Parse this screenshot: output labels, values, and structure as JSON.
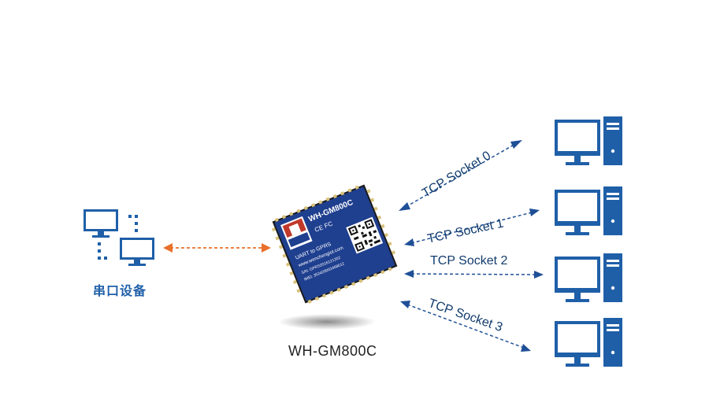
{
  "serial_device": {
    "label": "串口设备",
    "icon": "two-desktop-computers-icon",
    "accent": "#1f5fa8"
  },
  "module": {
    "name": "WH-GM800C",
    "chip_brand": "WH-GM800C",
    "chip_lines": [
      "UART to GPRS",
      "www.wenchengiot.com",
      "S/N: GPRS2016121202",
      "IMEI: 352420002468012"
    ],
    "cert_marks": "CE FC",
    "board_color": "#1f3f8f"
  },
  "sockets": [
    {
      "label": "TCP Socket 0"
    },
    {
      "label": "TCP Socket 1"
    },
    {
      "label": "TCP Socket 2"
    },
    {
      "label": "TCP Socket 3"
    }
  ],
  "colors": {
    "arrow_blue": "#1f4f96",
    "arrow_orange": "#e8702a",
    "computer": "#1f5fa8"
  }
}
